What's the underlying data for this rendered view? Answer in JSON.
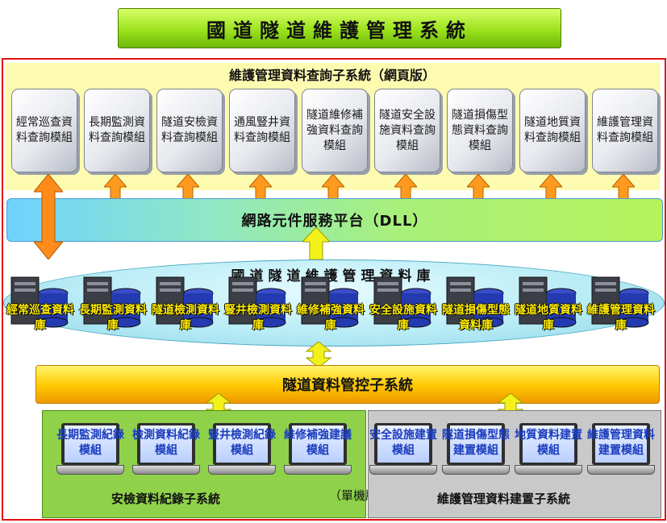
{
  "title": "國道隧道維護管理系統",
  "web_subsystem": {
    "title": "維護管理資料查詢子系統（網頁版）",
    "modules": [
      "經常巡查資料查詢模組",
      "長期監測資料查詢模組",
      "隧道安檢資料查詢模組",
      "通風豎井資料查詢模組",
      "隧道維修補強資料查詢模組",
      "隧道安全設施資料查詢模組",
      "隧道損傷型態資料查詢模組",
      "隧道地質資料查詢模組",
      "維護管理資料查詢模組"
    ]
  },
  "platform": {
    "label": "網路元件服務平台（DLL）"
  },
  "database": {
    "title": "國道隧道維護管理資料庫",
    "items": [
      "經常巡查資料庫",
      "長期監測資料庫",
      "隧道檢測資料庫",
      "豎井檢測資料庫",
      "維修補強資料庫",
      "安全設施資料庫",
      "隧道損傷型態資料庫",
      "隧道地質資料庫",
      "維護管理資料庫"
    ]
  },
  "control_subsystem": {
    "label": "隧道資料管控子系統"
  },
  "inspection_subsystem": {
    "label": "安檢資料紀錄子系統",
    "modules": [
      "長期監測紀錄模組",
      "檢測資料紀錄模組",
      "豎井檢測紀錄模組",
      "維修補強建議模組"
    ]
  },
  "standalone_label": "（單機版）",
  "maintenance_subsystem": {
    "label": "維護管理資料建置子系統",
    "modules": [
      "安全設施建置模組",
      "隧道損傷型態建置模組",
      "地質資料建置模組",
      "維護管理資料建置模組"
    ]
  },
  "colors": {
    "frame": "#e01010",
    "arrow": "#ff9a1f",
    "arrow_yellow": "#f2f21a",
    "db_label": "#ffeb00",
    "laptop_label": "#1b3cbe"
  }
}
